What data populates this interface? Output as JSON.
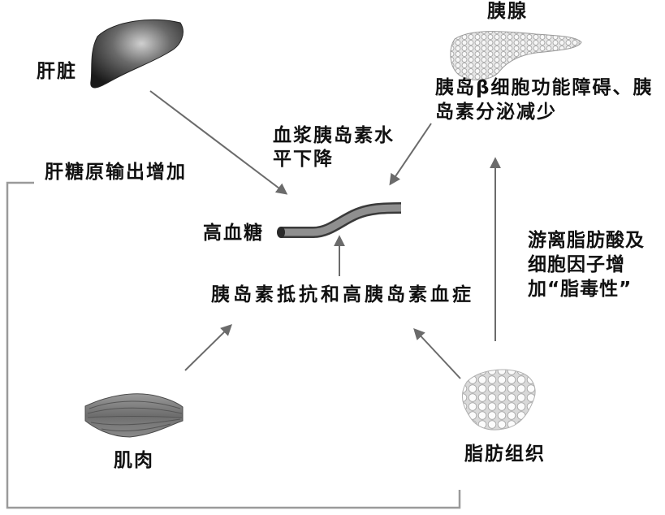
{
  "labels": {
    "pancreas": "胰腺",
    "liver": "肝脏",
    "beta_cell_line1": "胰岛β细胞功能障碍、胰",
    "beta_cell_line2": "岛素分泌减少",
    "plasma_insulin_line1": "血浆胰岛素水",
    "plasma_insulin_line2": "平下降",
    "hepatic_glycogen": "肝糖原输出增加",
    "hyperglycemia": "高血糖",
    "insulin_resistance": "胰岛素抵抗和高胰岛素血症",
    "muscle": "肌肉",
    "adipose": "脂肪组织",
    "lipotoxicity_line1": "游离脂肪酸及",
    "lipotoxicity_line2": "细胞因子增",
    "lipotoxicity_line3": "加“脂毒性”"
  },
  "icons": {
    "liver": "liver-icon",
    "pancreas": "pancreas-icon",
    "muscle": "muscle-icon",
    "adipose": "adipose-tissue-icon",
    "vessel": "blood-vessel-icon"
  },
  "colors": {
    "text": "#111111",
    "arrow": "#6b6b6b",
    "bracket": "#9a9a9a",
    "bg": "#ffffff"
  }
}
